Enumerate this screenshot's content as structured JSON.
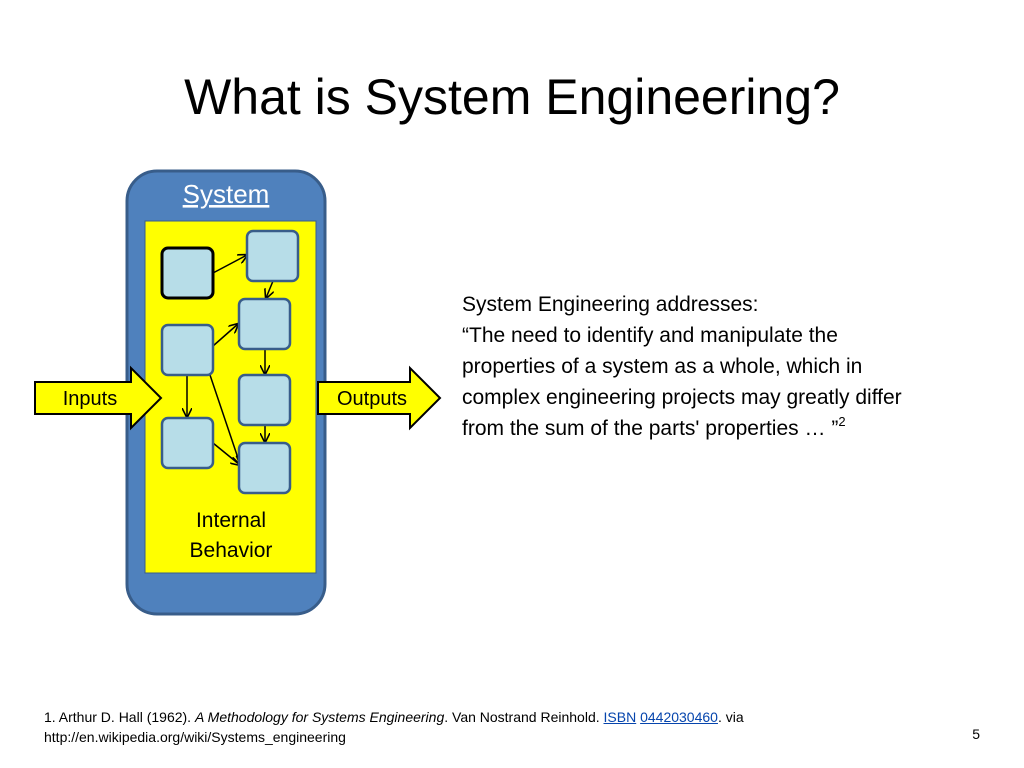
{
  "slide": {
    "title": "What is System Engineering?",
    "page_number": "5"
  },
  "diagram": {
    "system_label": "System",
    "inputs_label": "Inputs",
    "outputs_label": "Outputs",
    "internal_label_line1": "Internal",
    "internal_label_line2": "Behavior",
    "colors": {
      "system_fill": "#4f81bd",
      "system_stroke": "#385d8a",
      "behavior_fill": "#ffff00",
      "node_fill": "#b7dde8",
      "node_stroke": "#385d8a",
      "arrow_fill": "#ffff00",
      "system_label_color": "#ffffff"
    }
  },
  "quote": {
    "lines": [
      "System Engineering addresses:",
      " “The need to identify and manipulate the",
      "properties of a system as a whole, which in",
      "complex engineering projects may greatly differ",
      "from the sum of the parts' properties … ”"
    ],
    "superscript": "2"
  },
  "footnote": {
    "prefix": "1. Arthur D. Hall (1962). ",
    "book_title": "A Methodology for Systems Engineering",
    "publisher": ". Van Nostrand Reinhold. ",
    "isbn_label": "ISBN",
    "isbn_number": "0442030460",
    "via": ". via",
    "url": "http://en.wikipedia.org/wiki/Systems_engineering"
  }
}
